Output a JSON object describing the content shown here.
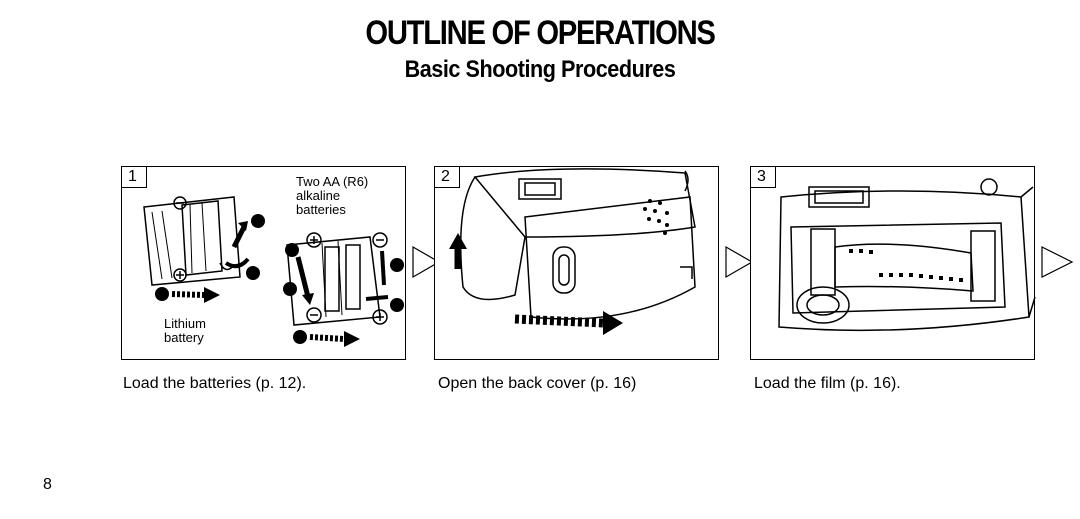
{
  "header": {
    "title": "OUTLINE OF OPERATIONS",
    "subtitle": "Basic Shooting Procedures"
  },
  "steps": [
    {
      "number": "1",
      "caption": "Load the batteries (p. 12).",
      "labels": {
        "aa": "Two AA (R6)\nalkaline\nbatteries",
        "lithium": "Lithium\nbattery"
      }
    },
    {
      "number": "2",
      "caption": "Open the back cover (p. 16)"
    },
    {
      "number": "3",
      "caption": "Load the film (p. 16)."
    }
  ],
  "footer": {
    "page_number": "8"
  }
}
